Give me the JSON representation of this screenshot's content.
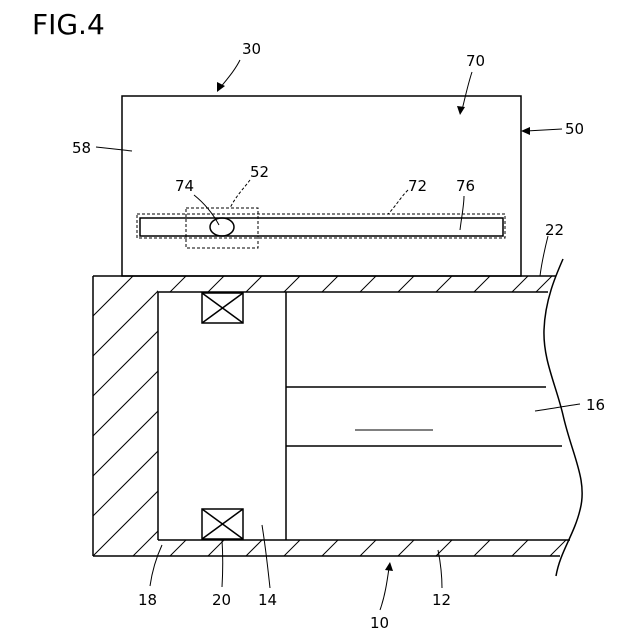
{
  "figure": {
    "title": "FIG.4",
    "refs": {
      "r30": "30",
      "r70": "70",
      "r50": "50",
      "r58": "58",
      "r52": "52",
      "r74": "74",
      "r72": "72",
      "r76": "76",
      "r22": "22",
      "r16": "16",
      "r18": "18",
      "r20": "20",
      "r14": "14",
      "r12": "12",
      "r10": "10"
    }
  }
}
